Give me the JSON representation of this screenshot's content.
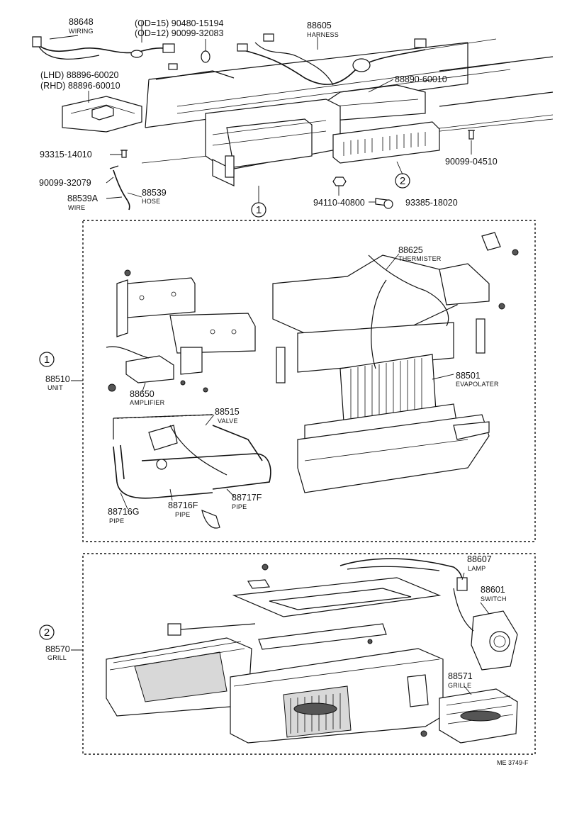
{
  "parts": {
    "p88648": {
      "num": "88648",
      "name": "WIRING"
    },
    "p90480": {
      "num": "(OD=15) 90480-15194"
    },
    "p90099a": {
      "num": "(OD=12) 90099-32083"
    },
    "p88605": {
      "num": "88605",
      "name": "HARNESS"
    },
    "p88896l": {
      "num": "(LHD)  88896-60020"
    },
    "p88896r": {
      "num": "(RHD)  88896-60010"
    },
    "p88890": {
      "num": "88890-60010"
    },
    "p93315": {
      "num": "93315-14010"
    },
    "p90099b": {
      "num": "90099-32079"
    },
    "p88539a": {
      "num": "88539A",
      "name": "WIRE"
    },
    "p88539": {
      "num": "88539",
      "name": "HOSE"
    },
    "p90099c": {
      "num": "90099-04510"
    },
    "p94110": {
      "num": "94110-40800"
    },
    "p93385": {
      "num": "93385-18020"
    },
    "p88625": {
      "num": "88625",
      "name": "THERMISTER"
    },
    "p88510": {
      "num": "88510",
      "name": "UNIT"
    },
    "p88501": {
      "num": "88501",
      "name": "EVAPOLATER"
    },
    "p88650": {
      "num": "88650",
      "name": "AMPLIFIER"
    },
    "p88515": {
      "num": "88515",
      "name": "VALVE"
    },
    "p88716g": {
      "num": "88716G",
      "name": "PIPE"
    },
    "p88716f": {
      "num": "88716F",
      "name": "PIPE"
    },
    "p88717f": {
      "num": "88717F",
      "name": "PIPE"
    },
    "p88607": {
      "num": "88607",
      "name": "LAMP"
    },
    "p88601": {
      "num": "88601",
      "name": "SWITCH"
    },
    "p88570": {
      "num": "88570",
      "name": "GRILL"
    },
    "p88571": {
      "num": "88571",
      "name": "GRILLE"
    }
  },
  "callouts": {
    "one": "1",
    "two": "2"
  },
  "reference": "ME 3749-F"
}
